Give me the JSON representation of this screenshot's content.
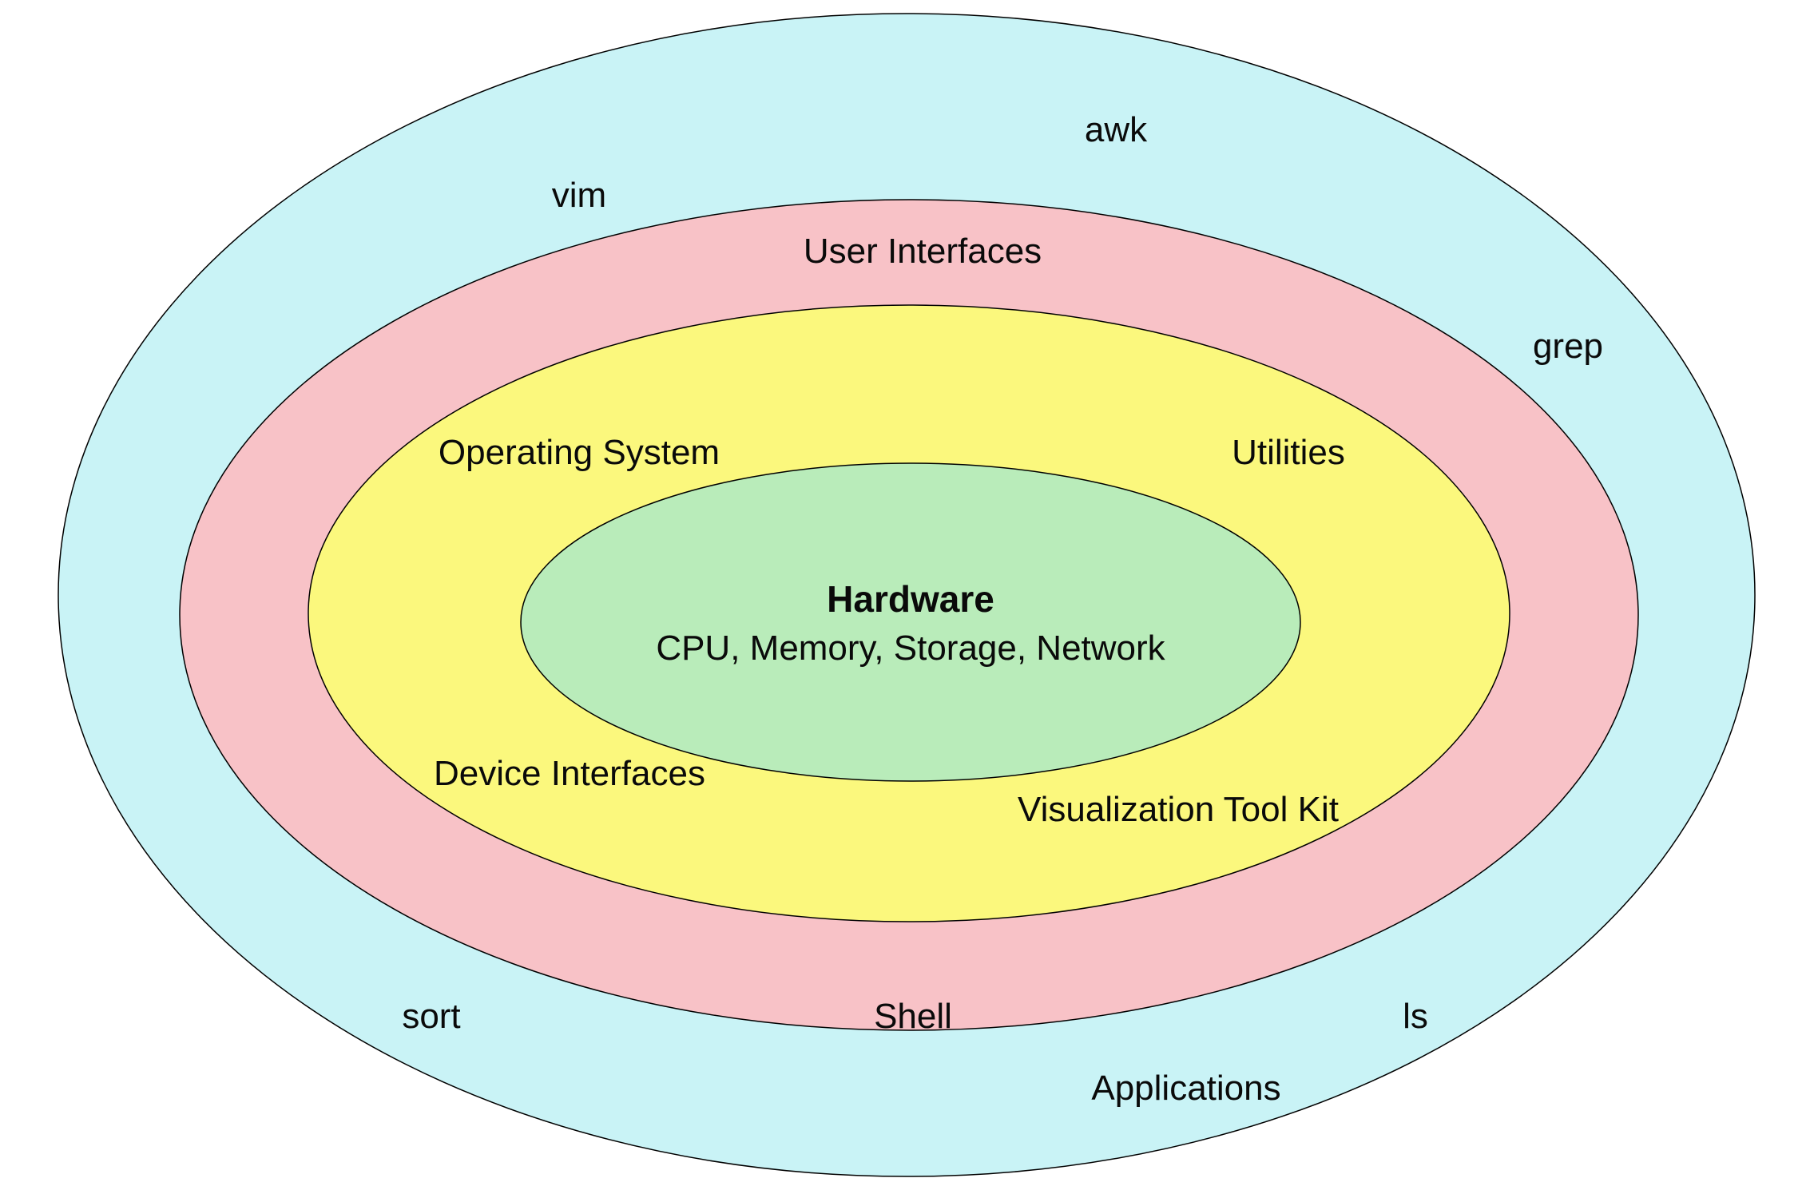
{
  "colors": {
    "background": "#ffffff",
    "stroke": "#000000",
    "applications_layer": "#c9f3f6",
    "user_interfaces_layer": "#f8c2c7",
    "operating_system_layer": "#fbf87d",
    "hardware_layer": "#b9ecba"
  },
  "layers": {
    "applications": {
      "name": "Applications",
      "tools": {
        "awk": "awk",
        "vim": "vim",
        "grep": "grep",
        "sort": "sort",
        "ls": "ls"
      }
    },
    "user_interfaces": {
      "name": "User Interfaces",
      "shell": "Shell"
    },
    "operating_system": {
      "name": "Operating System",
      "utilities": "Utilities",
      "device_interfaces": "Device Interfaces",
      "visualization_tool_kit": "Visualization Tool Kit"
    },
    "hardware": {
      "name": "Hardware",
      "components": "CPU, Memory, Storage, Network"
    }
  }
}
